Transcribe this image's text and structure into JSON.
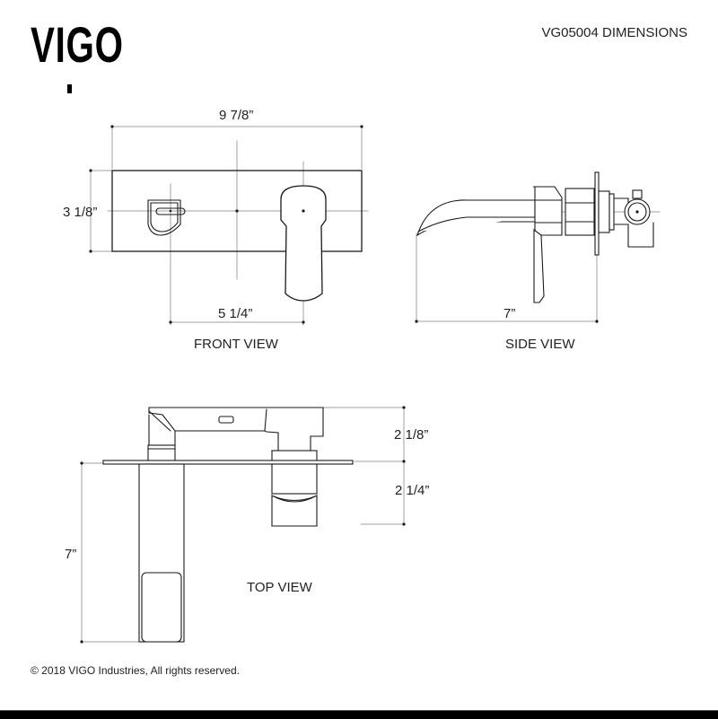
{
  "header": {
    "brand_logo": "VIGO",
    "title": "VG05004 DIMENSIONS"
  },
  "views": {
    "front": {
      "label": "FRONT VIEW",
      "dimensions": {
        "overall_width": "9 7/8”",
        "plate_height": "3 1/8”",
        "handle_to_spout_spacing": "5 1/4”"
      }
    },
    "side": {
      "label": "SIDE VIEW",
      "dimensions": {
        "spout_reach": "7”"
      }
    },
    "top": {
      "label": "TOP VIEW",
      "dimensions": {
        "rough_in_depth": "2 1/8”",
        "handle_projection": "2 1/4”",
        "spout_length": "7”"
      }
    }
  },
  "footer": {
    "copyright": "© 2018 VIGO Industries, All rights reserved."
  },
  "colors": {
    "line": "#1a1a1a",
    "dimension_line": "#9a9a9a",
    "background": "#ffffff",
    "bottom_bar": "#000000"
  }
}
